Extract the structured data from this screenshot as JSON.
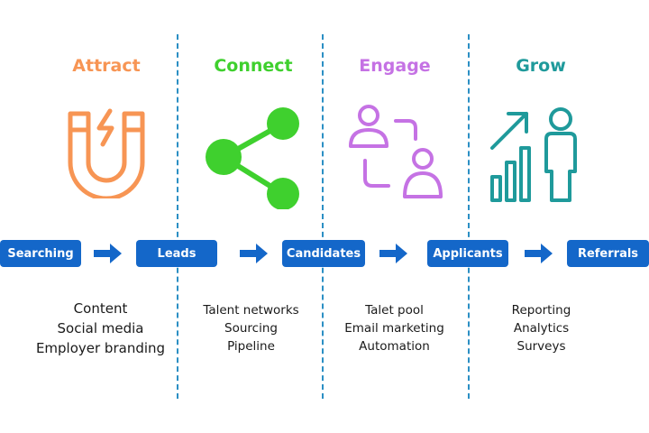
{
  "colors": {
    "attract": "#f79554",
    "connect": "#3fd02e",
    "engage": "#c572e4",
    "grow": "#1f9a9b",
    "pill": "#1467c9",
    "divider": "#2b8fc4"
  },
  "stages": [
    {
      "title": "Attract",
      "icon": "magnet-icon",
      "items": [
        "Content",
        "Social media",
        "Employer branding"
      ]
    },
    {
      "title": "Connect",
      "icon": "share-icon",
      "items": [
        "Talent networks",
        "Sourcing",
        "Pipeline"
      ]
    },
    {
      "title": "Engage",
      "icon": "people-exchange-icon",
      "items": [
        "Talet pool",
        "Email marketing",
        "Automation"
      ]
    },
    {
      "title": "Grow",
      "icon": "growth-person-icon",
      "items": [
        "Reporting",
        "Analytics",
        "Surveys"
      ]
    }
  ],
  "flow": [
    "Searching",
    "Leads",
    "Candidates",
    "Applicants",
    "Referrals"
  ]
}
